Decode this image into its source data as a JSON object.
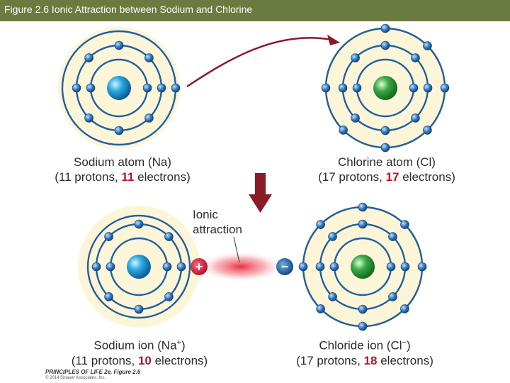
{
  "header": {
    "title": "Figure 2.6 Ionic Attraction between Sodium and Chlorine"
  },
  "colors": {
    "header_bg": "#6b7b3f",
    "shell_ring": "#1f5f9e",
    "electron": "#2f78c4",
    "sodium_nucleus": "#2aa8e0",
    "chlorine_nucleus": "#3aa845",
    "plus_sign": "#c8102e",
    "minus_sign": "#1f5f9e",
    "accent_text": "#b3172a",
    "arrow": "#8b1a28"
  },
  "labels": {
    "sodium_atom": {
      "name": "Sodium atom (Na)",
      "protons": "(11 protons, ",
      "electrons_count": "11",
      "electrons_suffix": " electrons)"
    },
    "chlorine_atom": {
      "name": "Chlorine atom (Cl)",
      "protons": "(17 protons, ",
      "electrons_count": "17",
      "electrons_suffix": " electrons)"
    },
    "sodium_ion": {
      "name_prefix": "Sodium ion (Na",
      "charge": "+",
      "name_suffix": ")",
      "protons": "(11 protons, ",
      "electrons_count": "10",
      "electrons_suffix": " electrons)"
    },
    "chloride_ion": {
      "name_prefix": "Chloride ion (Cl",
      "charge": "−",
      "name_suffix": ")",
      "protons": "(17 protons, ",
      "electrons_count": "18",
      "electrons_suffix": " electrons)"
    }
  },
  "ionic_attraction": {
    "line1": "Ionic",
    "line2": "attraction"
  },
  "ion_signs": {
    "positive": "+",
    "negative": "−"
  },
  "footer": {
    "book": "PRINCIPLES OF LIFE 2e, Figure 2.6",
    "copyright": "© 2014 Sinauer Associates, Inc."
  }
}
